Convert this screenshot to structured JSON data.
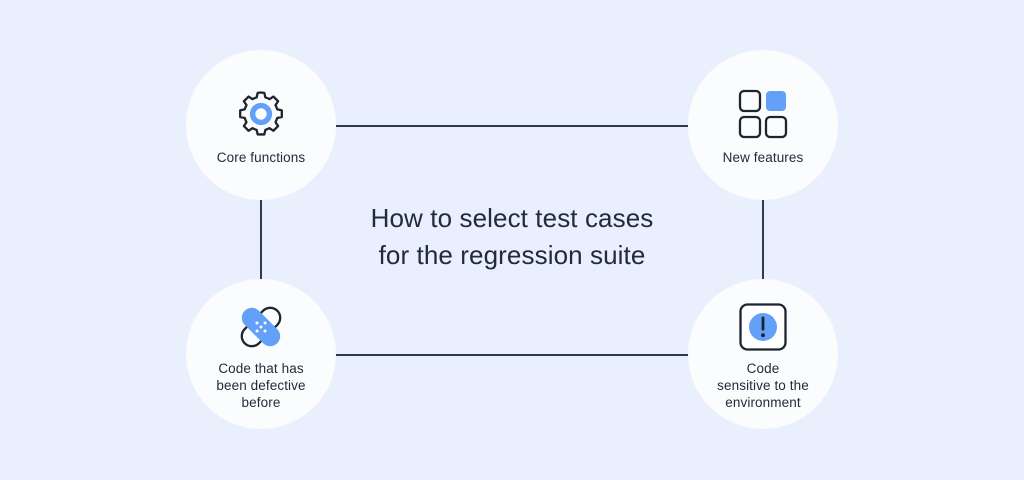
{
  "theme": {
    "background": "#e9effd",
    "node_fill": "#fbfcfe",
    "accent_blue": "#63a0f7",
    "ink": "#232b3a",
    "line": "#2e3b4e"
  },
  "title": {
    "text": "How to select test cases\nfor the regression suite"
  },
  "nodes": [
    {
      "id": "core-functions",
      "label": "Core functions",
      "icon": "gear-icon"
    },
    {
      "id": "new-features",
      "label": "New features",
      "icon": "grid-squares-icon"
    },
    {
      "id": "code-defective-before",
      "label": "Code that has\nbeen defective\nbefore",
      "icon": "crossed-bandages-icon"
    },
    {
      "id": "code-environment-sensitive",
      "label": "Code\nsensitive to the\nenvironment",
      "icon": "exclamation-square-icon"
    }
  ],
  "connectors": [
    {
      "id": "core-to-new",
      "orientation": "horizontal"
    },
    {
      "id": "defective-to-sensitive",
      "orientation": "horizontal"
    },
    {
      "id": "core-to-defective",
      "orientation": "vertical"
    },
    {
      "id": "new-to-sensitive",
      "orientation": "vertical"
    }
  ]
}
